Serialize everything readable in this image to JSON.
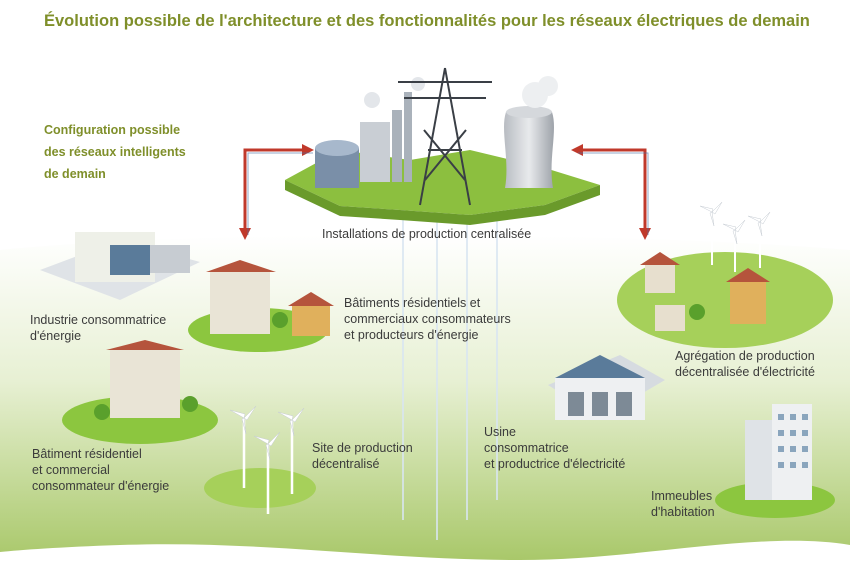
{
  "title": "Évolution possible de l'architecture et des fonctionnalités pour les réseaux électriques de demain",
  "subtitle": "Configuration possible\ndes réseaux intelligents\nde demain",
  "labels": {
    "central": "Installations de production centralisée",
    "industry": "Industrie consommatrice\nd'énergie",
    "residential_prod": "Bâtiments résidentiels et\ncommerciaux consommateurs\net producteurs d'énergie",
    "aggregation": "Agrégation de production\ndécentralisée d'électricité",
    "residential_cons": "Bâtiment résidentiel\net commercial\nconsommateur d'énergie",
    "wind_site": "Site de production\ndécentralisé",
    "factory": "Usine\nconsommatrice\net productrice d'électricité",
    "apartments": "Immeubles\nd'habitation"
  },
  "colors": {
    "title": "#7f8f2a",
    "arrow": "#c0392b",
    "arrow_link": "#4a6fa5",
    "ground": "#8cc63f"
  }
}
